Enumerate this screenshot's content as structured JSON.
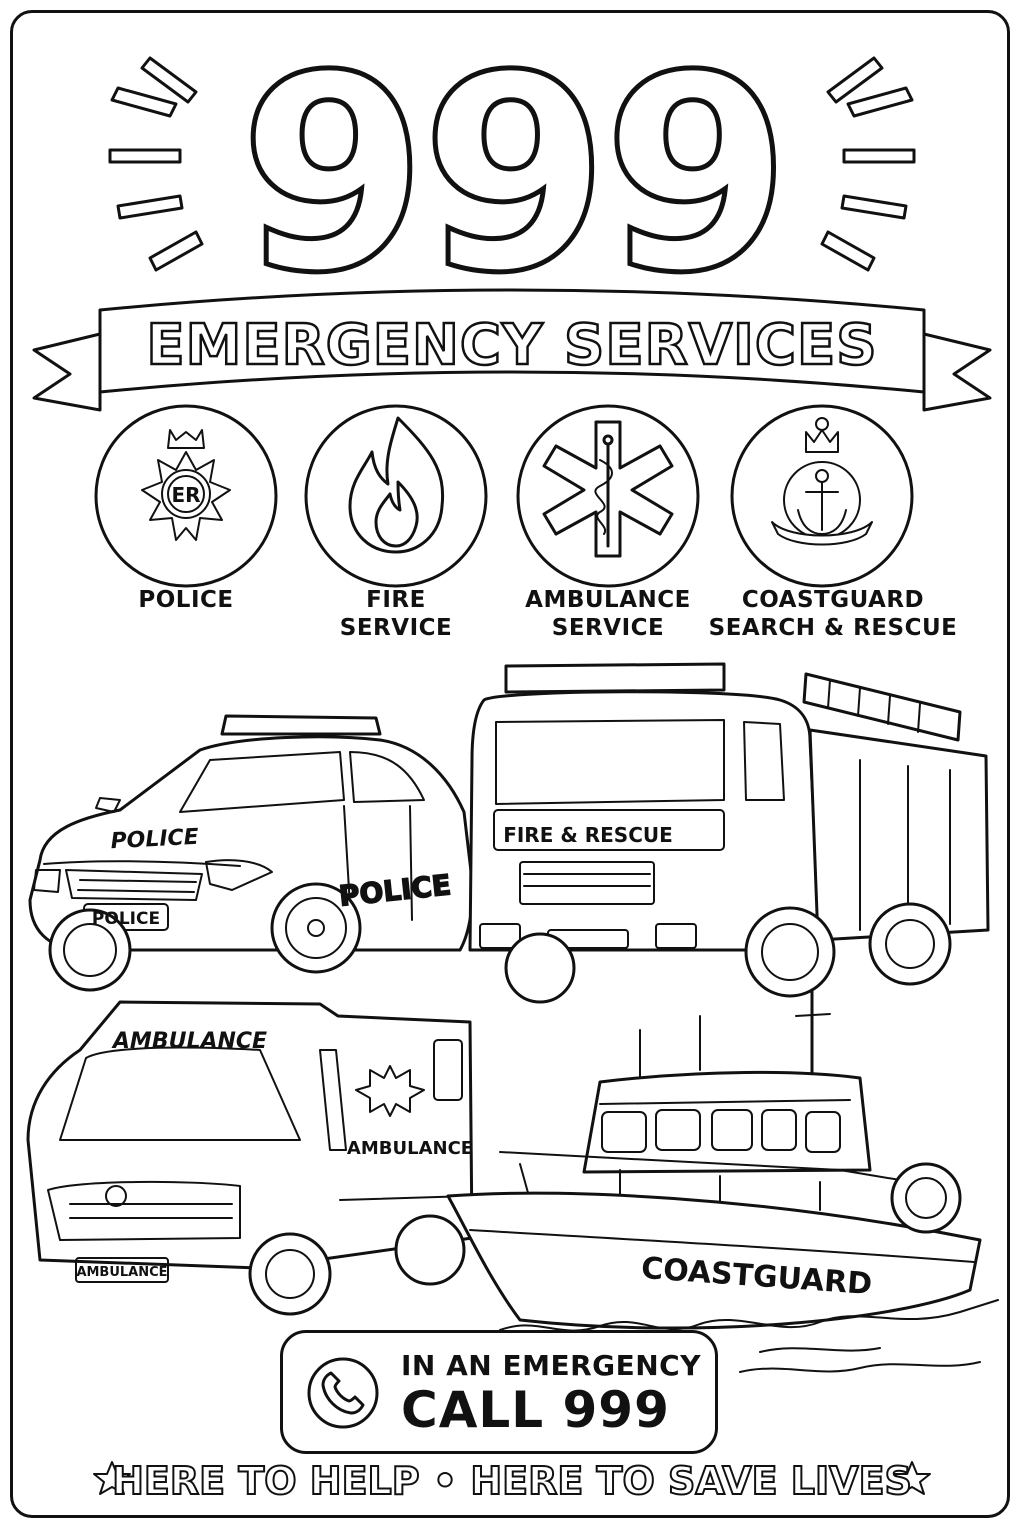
{
  "poster": {
    "headline": "999",
    "banner": "EMERGENCY SERVICES",
    "services": [
      {
        "line1": "POLICE",
        "line2": "",
        "icon": "police-badge-icon"
      },
      {
        "line1": "FIRE",
        "line2": "SERVICE",
        "icon": "flame-icon"
      },
      {
        "line1": "AMBULANCE",
        "line2": "SERVICE",
        "icon": "star-of-life-icon"
      },
      {
        "line1": "COASTGUARD",
        "line2": "SEARCH & RESCUE",
        "icon": "anchor-crest-icon"
      }
    ],
    "badge_monogram": "ER",
    "vehicles": {
      "police_hood": "POLICE",
      "police_plate": "POLICE",
      "police_door": "POLICE",
      "fire_front": "FIRE & RESCUE",
      "ambulance_top": "AMBULANCE",
      "ambulance_side": "AMBULANCE",
      "ambulance_plate": "AMBULANCE",
      "coastguard_hull": "COASTGUARD"
    },
    "call": {
      "line1": "IN AN EMERGENCY",
      "line2": "CALL 999"
    },
    "footer": "HERE TO HELP • HERE TO SAVE LIVES",
    "colors": {
      "ink": "#111111",
      "paper": "#ffffff"
    }
  }
}
